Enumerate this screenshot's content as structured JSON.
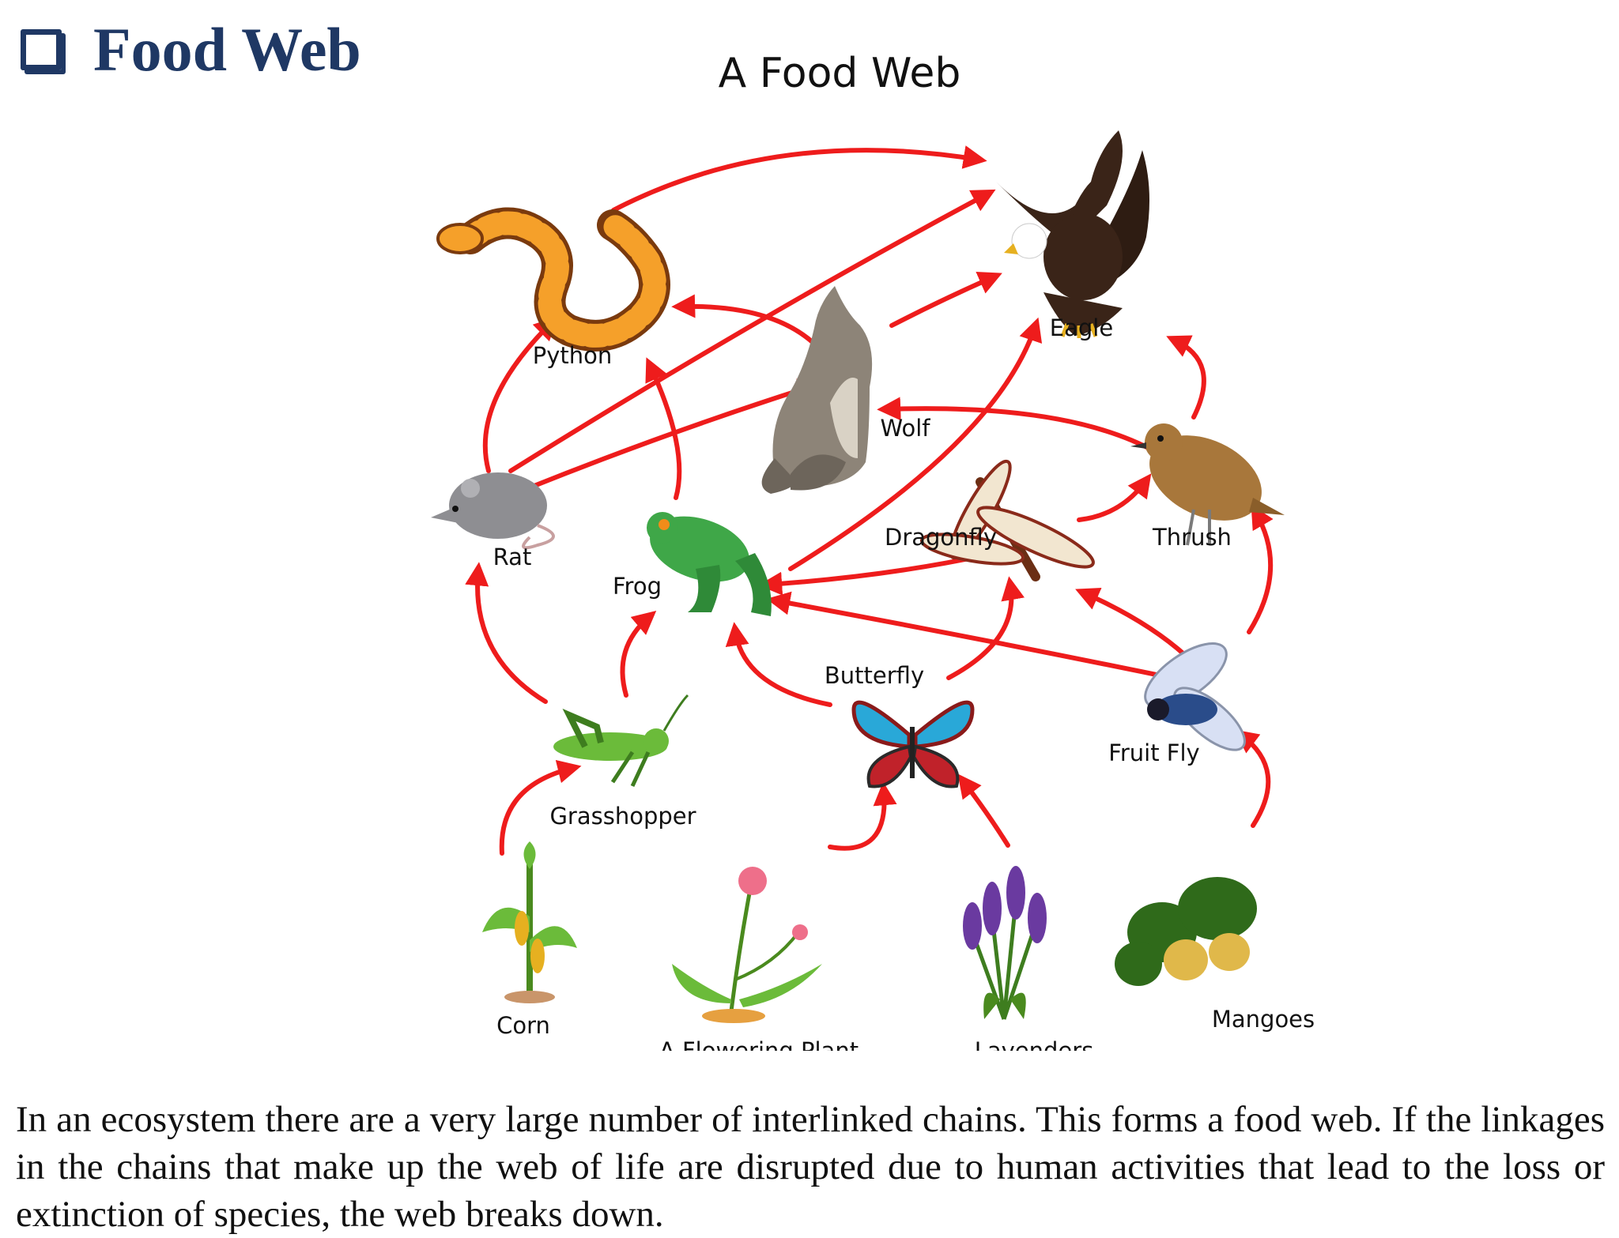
{
  "heading": {
    "title": "Food Web"
  },
  "diagram": {
    "title": "A Food Web",
    "organisms": {
      "eagle": "Eagle",
      "python": "Python",
      "wolf": "Wolf",
      "rat": "Rat",
      "frog": "Frog",
      "dragonfly": "Dragonfly",
      "thrush": "Thrush",
      "butterfly": "Butterfly",
      "fruit_fly": "Fruit Fly",
      "grasshopper": "Grasshopper",
      "corn": "Corn",
      "flowering_plant": "A Flowering Plant",
      "lavenders": "Lavenders",
      "mangoes": "Mangoes"
    },
    "arrow_color": "#ee1c1c",
    "links": [
      [
        "python",
        "eagle"
      ],
      [
        "rat",
        "eagle"
      ],
      [
        "wolf",
        "eagle"
      ],
      [
        "frog",
        "eagle"
      ],
      [
        "thrush",
        "eagle"
      ],
      [
        "rat",
        "python"
      ],
      [
        "frog",
        "python"
      ],
      [
        "wolf",
        "python"
      ],
      [
        "rat",
        "wolf"
      ],
      [
        "thrush",
        "wolf"
      ],
      [
        "grasshopper",
        "rat"
      ],
      [
        "grasshopper",
        "frog"
      ],
      [
        "butterfly",
        "frog"
      ],
      [
        "dragonfly",
        "frog"
      ],
      [
        "fruit_fly",
        "frog"
      ],
      [
        "butterfly",
        "dragonfly"
      ],
      [
        "fruit_fly",
        "dragonfly"
      ],
      [
        "dragonfly",
        "thrush"
      ],
      [
        "fruit_fly",
        "thrush"
      ],
      [
        "corn",
        "grasshopper"
      ],
      [
        "flowering_plant",
        "butterfly"
      ],
      [
        "lavenders",
        "butterfly"
      ],
      [
        "mangoes",
        "fruit_fly"
      ]
    ]
  },
  "paragraph": "In an ecosystem there are a very large number of interlinked chains. This forms a food web. If the linkages in the chains that make up the web of life are disrupted due to human activities that lead to the loss or extinction of species, the web breaks down."
}
